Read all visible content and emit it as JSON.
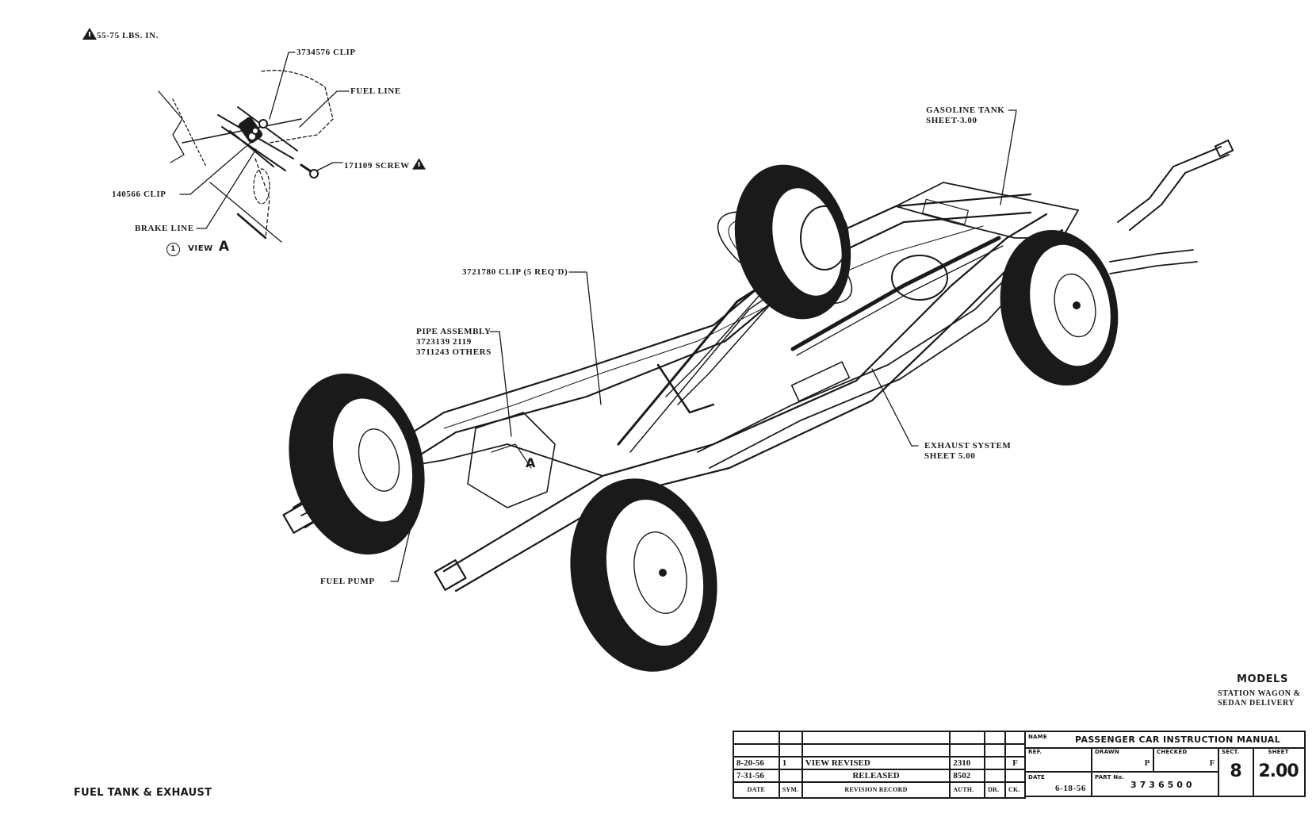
{
  "drawing": {
    "title": "FUEL TANK & EXHAUST",
    "models_heading": "MODELS",
    "models": [
      "STATION WAGON &",
      "SEDAN DELIVERY"
    ]
  },
  "view_a": {
    "torque_note": "55-75 LBS. IN.",
    "callouts": {
      "clip_top": "3734576 CLIP",
      "fuel_line": "FUEL LINE",
      "screw": "171109 SCREW",
      "clip_left": "140566 CLIP",
      "brake_line": "BRAKE LINE"
    },
    "view_number": "1",
    "view_label": "VIEW",
    "view_letter": "A"
  },
  "main_view": {
    "callouts": {
      "gas_tank_1": "GASOLINE TANK",
      "gas_tank_2": "SHEET-3.00",
      "clip": "3721780 CLIP (5 REQ'D)",
      "pipe_1": "PIPE ASSEMBLY",
      "pipe_2": "3723139 2119",
      "pipe_3": "3711243 OTHERS",
      "exhaust_1": "EXHAUST SYSTEM",
      "exhaust_2": "SHEET 5.00",
      "fuel_pump": "FUEL PUMP",
      "view_marker": "A"
    }
  },
  "title_block": {
    "revisions": [
      {
        "date": "8-20-56",
        "sym": "1",
        "record": "VIEW REVISED",
        "auth": "2310",
        "dr": "",
        "ck": "F"
      },
      {
        "date": "7-31-56",
        "sym": "",
        "record": "RELEASED",
        "auth": "8502",
        "dr": "",
        "ck": ""
      }
    ],
    "headers": {
      "date": "DATE",
      "sym": "SYM.",
      "record": "REVISION RECORD",
      "auth": "AUTH.",
      "dr": "DR.",
      "ck": "CK."
    },
    "name_label": "NAME",
    "name_value": "PASSENGER CAR INSTRUCTION MANUAL",
    "ref_label": "REF.",
    "drawn_label": "DRAWN",
    "drawn_value": "P",
    "checked_label": "CHECKED",
    "checked_value": "F",
    "sect_label": "SECT.",
    "sect_value": "8",
    "sheet_label": "SHEET",
    "sheet_value": "2.00",
    "date_label": "DATE",
    "date_value": "6-18-56",
    "part_label": "PART No.",
    "part_value": "3736500"
  }
}
